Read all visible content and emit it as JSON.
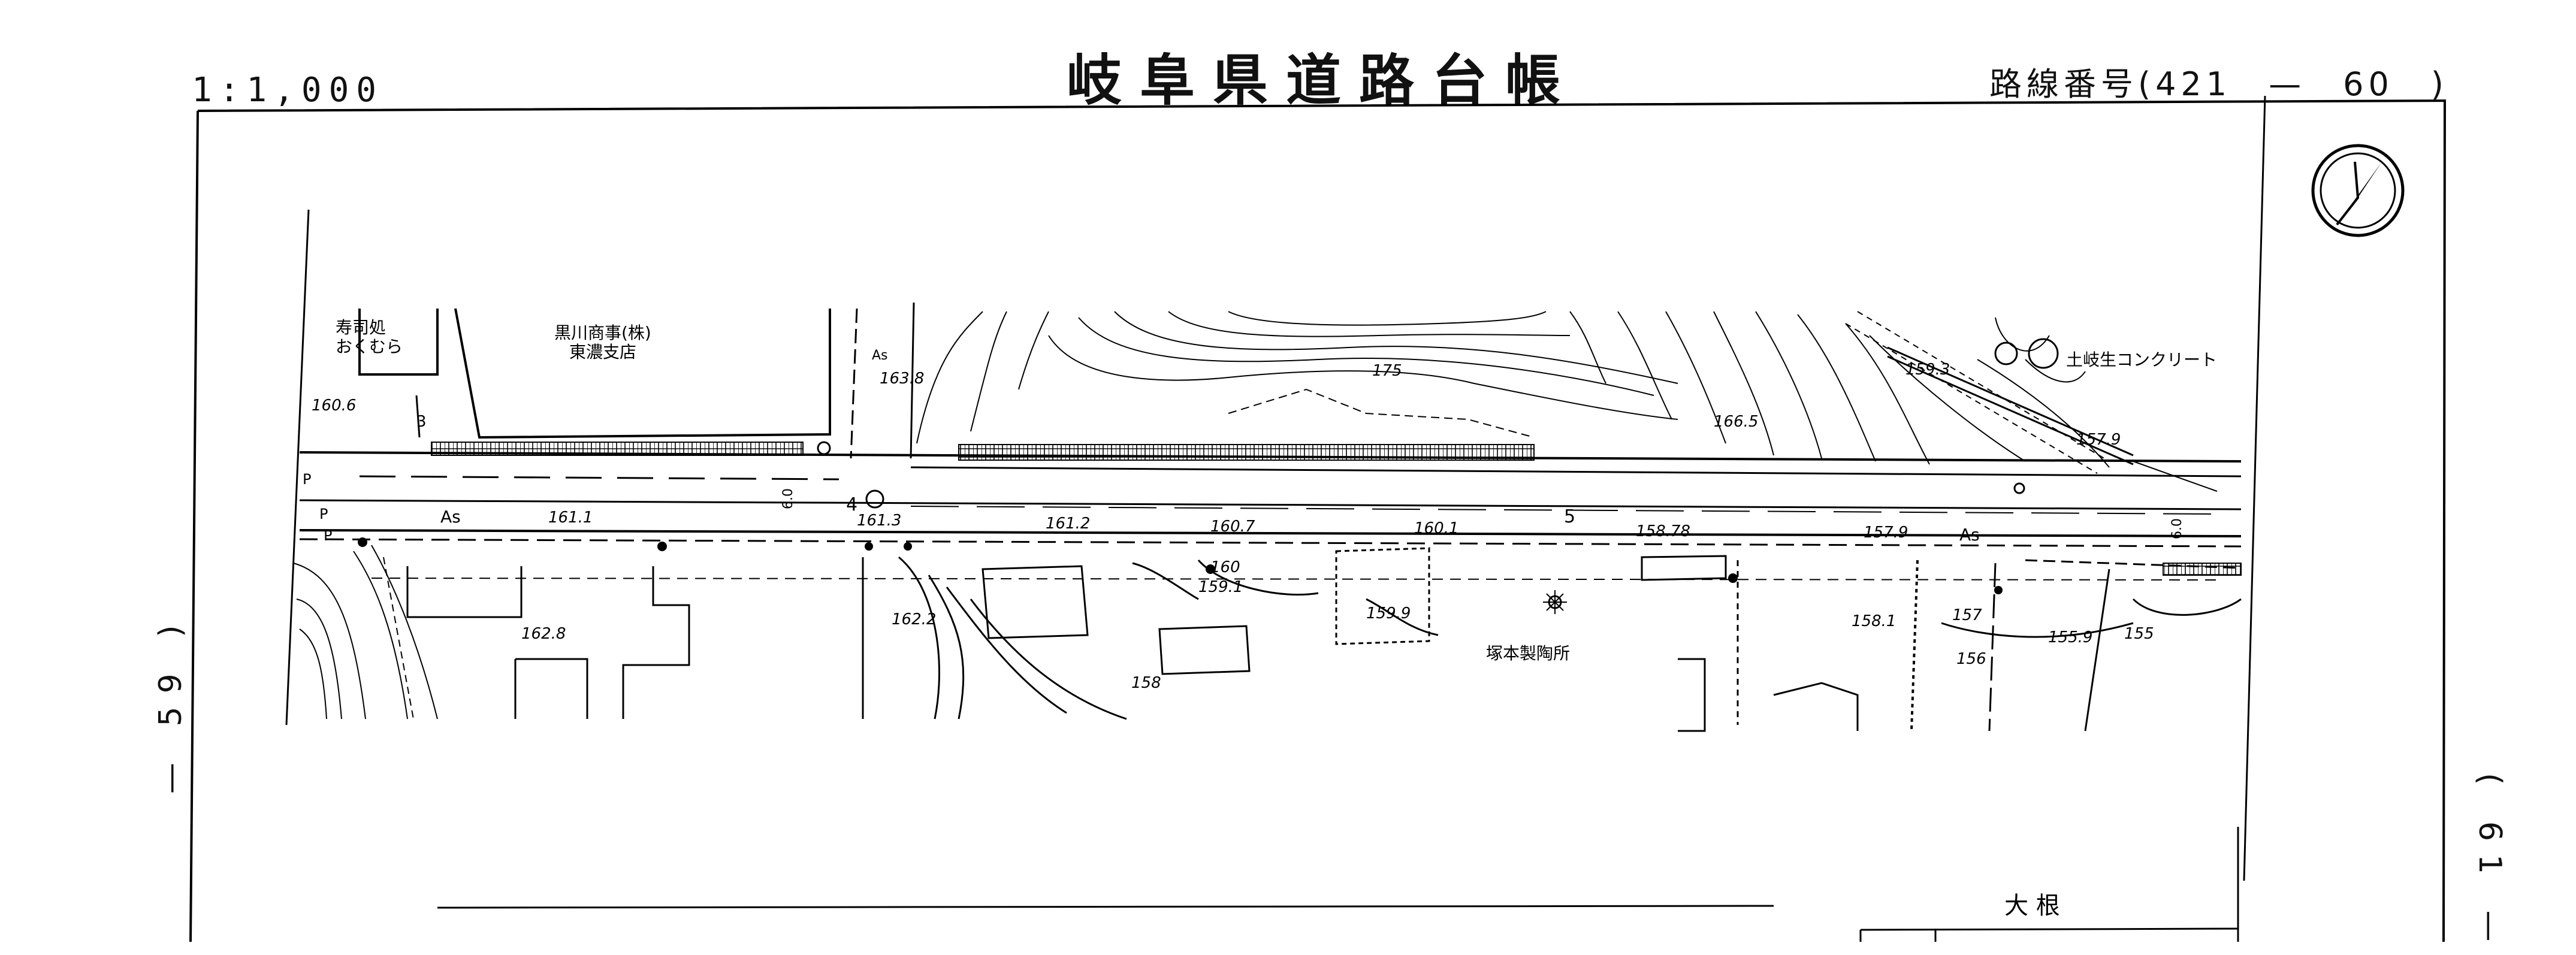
{
  "sheet": {
    "title": "岐阜県道路台帳",
    "scale": "1:1,000",
    "route_label": "路線番号",
    "route_no": "421",
    "route_sub": "60",
    "side_left": "59",
    "side_right": "61"
  },
  "map": {
    "places": [
      {
        "id": "sushi",
        "lines": [
          "寿司処",
          "おくむら"
        ]
      },
      {
        "id": "kurokawa",
        "lines": [
          "黒川商事(株)",
          "東濃支店"
        ]
      },
      {
        "id": "tsukamoto",
        "lines": [
          "塚本製陶所"
        ]
      },
      {
        "id": "dokisei",
        "lines": [
          "土岐生コンクリート"
        ]
      },
      {
        "id": "oone",
        "lines": [
          "大 根"
        ]
      }
    ],
    "elevations": [
      "160.6",
      "163.8",
      "175",
      "166.5",
      "159.3",
      "157.9",
      "161.1",
      "161.3",
      "161.2",
      "160.7",
      "160.1",
      "158.78",
      "157.9",
      "162.8",
      "162.2",
      "160",
      "159.1",
      "159.9",
      "158",
      "158.1",
      "157",
      "156",
      "155.9",
      "155"
    ],
    "surface_labels": [
      "As",
      "As",
      "As"
    ],
    "markers": [
      "P",
      "P",
      "P",
      "3",
      "4",
      "5",
      "6.0",
      "6.0"
    ]
  }
}
